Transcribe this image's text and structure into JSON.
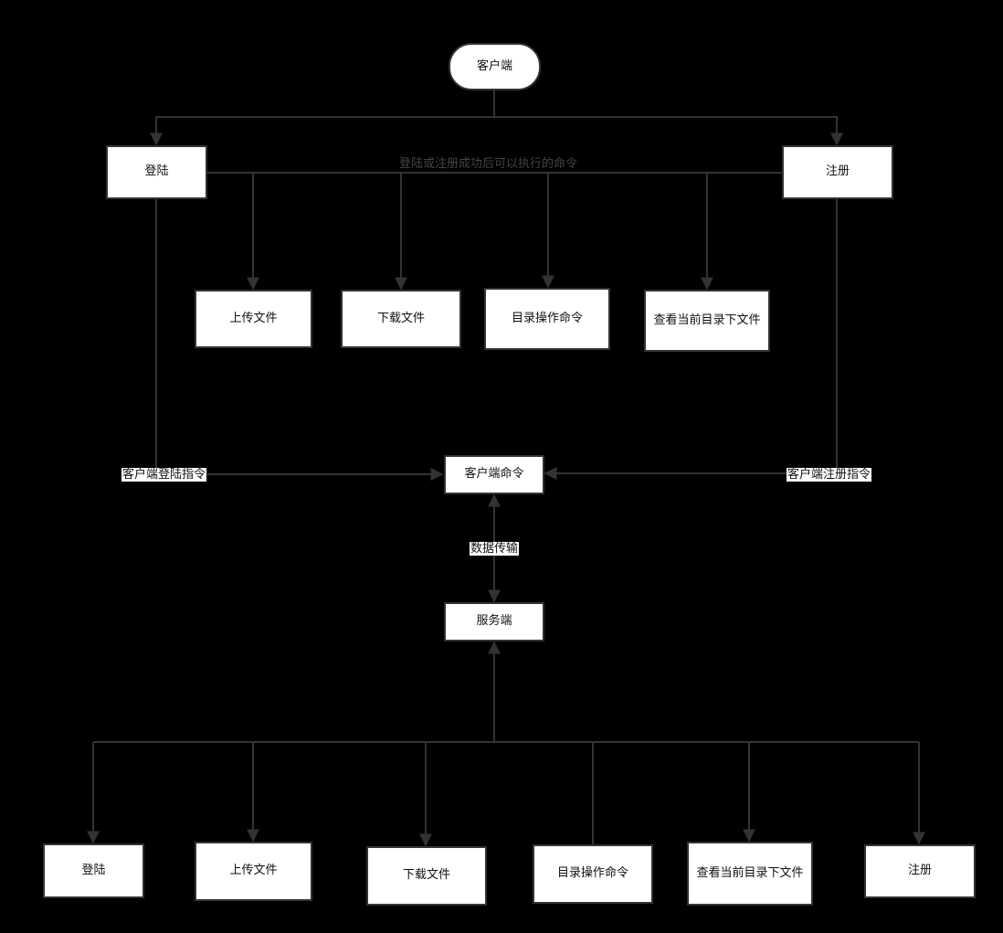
{
  "nodes": {
    "client": "客户端",
    "login_top": "登陆",
    "register_top": "注册",
    "upload_top": "上传文件",
    "download_top": "下载文件",
    "dirop_top": "目录操作命令",
    "list_top": "查看当前目录下文件",
    "client_cmd": "客户端命令",
    "server": "服务端",
    "login_bottom": "登陆",
    "upload_bottom": "上传文件",
    "download_bottom": "下载文件",
    "dirop_bottom": "目录操作命令",
    "list_bottom": "查看当前目录下文件",
    "register_bottom": "注册"
  },
  "edge_labels": {
    "after_auth": "登陆或注册成功后可以执行的命令",
    "login_cmd": "客户端登陆指令",
    "register_cmd": "客户端注册指令",
    "data_transfer": "数据传输"
  },
  "colors": {
    "background": "#000000",
    "line": "#333333",
    "node_fill": "#ffffff",
    "node_border": "#333333"
  }
}
